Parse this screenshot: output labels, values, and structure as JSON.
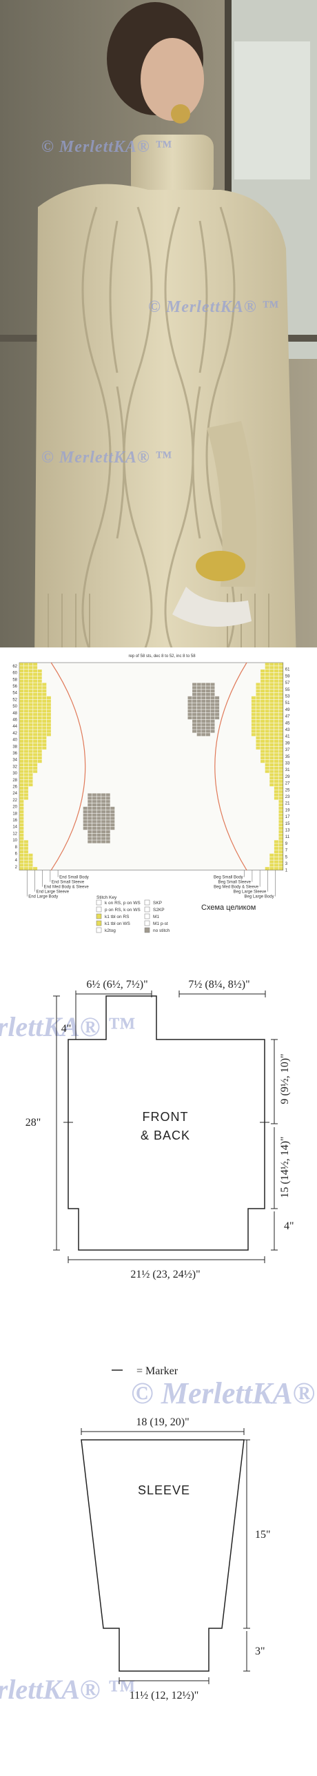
{
  "watermark": "© MerlettKA® ™",
  "watermark_cut": "erlettKA® ™",
  "chart": {
    "header": "rep of 58 sts, dec 8 to 52, inc 8 to 58",
    "left_rows": [
      "62",
      "60",
      "58",
      "56",
      "54",
      "52",
      "50",
      "48",
      "46",
      "44",
      "42",
      "40",
      "38",
      "36",
      "34",
      "32",
      "30",
      "28",
      "26",
      "24",
      "22",
      "20",
      "18",
      "16",
      "14",
      "12",
      "10",
      "8",
      "6",
      "4",
      "2"
    ],
    "right_rows": [
      "61",
      "59",
      "57",
      "55",
      "53",
      "51",
      "49",
      "47",
      "45",
      "43",
      "41",
      "39",
      "37",
      "35",
      "33",
      "31",
      "29",
      "27",
      "25",
      "23",
      "21",
      "19",
      "17",
      "15",
      "13",
      "11",
      "9",
      "7",
      "5",
      "3",
      "1"
    ],
    "left_labels": [
      "End Small Body",
      "End Small Sleeve",
      "End Med Body & Sleeve",
      "End Large Sleeve",
      "End Large Body"
    ],
    "right_labels": [
      "Beg Small Body",
      "Beg Small Sleeve",
      "Beg Med Body & Sleeve",
      "Beg Large Sleeve",
      "Beg Large Body"
    ],
    "stitch_key_title": "Stitch Key",
    "key_col1": [
      "k on RS, p on WS",
      "p on RS, k on WS",
      "k1 tbl on RS",
      "k1 tbl on WS",
      "k2tog"
    ],
    "key_col2": [
      "SKP",
      "S2KP",
      "M1",
      "M1 p-st",
      "no stitch"
    ],
    "schema_label": "Схема целиком"
  },
  "body": {
    "label_line1": "FRONT",
    "label_line2": "& BACK",
    "neck_width": "6½ (6½, 7½)\"",
    "shoulder_width": "7½ (8¼, 8½)\"",
    "neck_depth": "4\"",
    "armhole_depth": "9 (9½, 10)\"",
    "total_length": "28\"",
    "side_length": "15 (14½, 14)\"",
    "rib_length": "4\"",
    "width": "21½ (23, 24½)\""
  },
  "marker_label": "= Marker",
  "sleeve": {
    "label": "SLEEVE",
    "top_width": "18 (19, 20)\"",
    "length": "15\"",
    "cuff_length": "3\"",
    "cuff_width": "11½ (12, 12½)\""
  },
  "colors": {
    "chart_yellow": "#e6dc58",
    "chart_gray": "#a09a8e",
    "chart_red": "#e07a5a",
    "sweater": "#d9cfae",
    "watermark": "#9aa0d2"
  }
}
